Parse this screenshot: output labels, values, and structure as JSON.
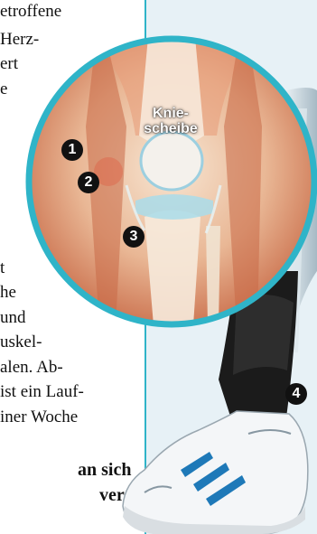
{
  "article": {
    "lines": [
      "etroffene",
      "Herz-",
      "ert",
      "e",
      "t",
      "he",
      "und",
      "uskel-",
      "alen.  Ab-",
      "ist ein Lauf-",
      "iner Woche"
    ],
    "bold_lines": [
      "an sich",
      "ver-"
    ]
  },
  "figure": {
    "kneecap_label": "Knie-\nscheibe",
    "markers": [
      "1",
      "2",
      "3",
      "4"
    ]
  },
  "colors": {
    "accent": "#2fb4c8",
    "panel": "#e7f1f6",
    "shoe_stripe": "#1e79b8"
  }
}
